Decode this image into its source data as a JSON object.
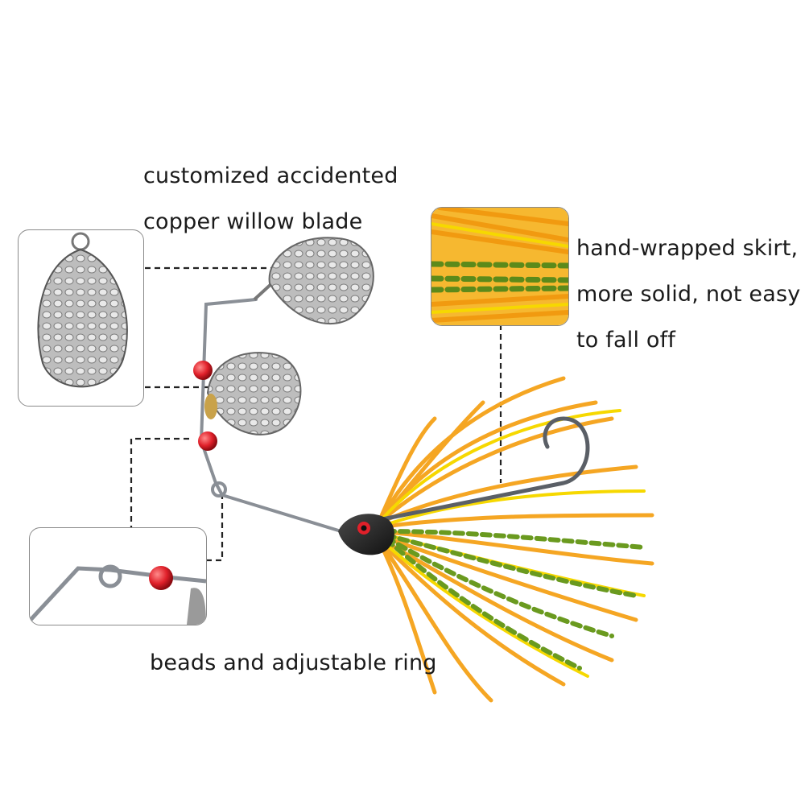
{
  "blade_callout": {
    "line1": "customized accidented",
    "line2": "copper willow blade"
  },
  "skirt_callout": {
    "line1": "hand-wrapped skirt,",
    "line2": "more solid, not easy",
    "line3": "to fall off"
  },
  "ring_callout": {
    "text": "beads and adjustable ring"
  },
  "colors": {
    "skirt_orange": "#f5a623",
    "skirt_yellow": "#f6d800",
    "skirt_green": "#6a9a1f",
    "bead_red": "#e0202a",
    "blade_silver": "#c8c8c8",
    "wire_steel": "#8a8f96",
    "callout_line": "#222222"
  }
}
